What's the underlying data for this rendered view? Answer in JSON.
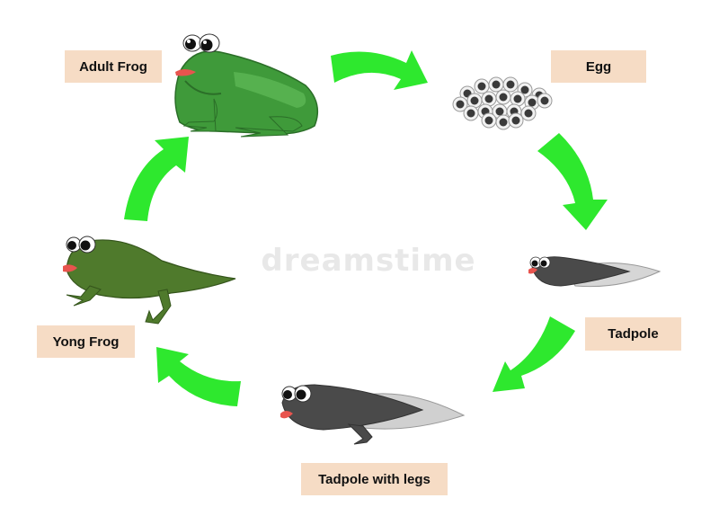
{
  "stages": {
    "adult_frog": "Adult Frog",
    "egg": "Egg",
    "tadpole": "Tadpole",
    "tadpole_with_legs": "Tadpole with legs",
    "young_frog": "Yong Frog"
  },
  "watermark": "dreamstime",
  "colors": {
    "arrow": "#2ee82e",
    "label_bg": "#f6dcc5",
    "frog_green": "#3f9a3a",
    "young_frog_green": "#4f7a2c",
    "tadpole_gray": "#4a4a4a"
  }
}
